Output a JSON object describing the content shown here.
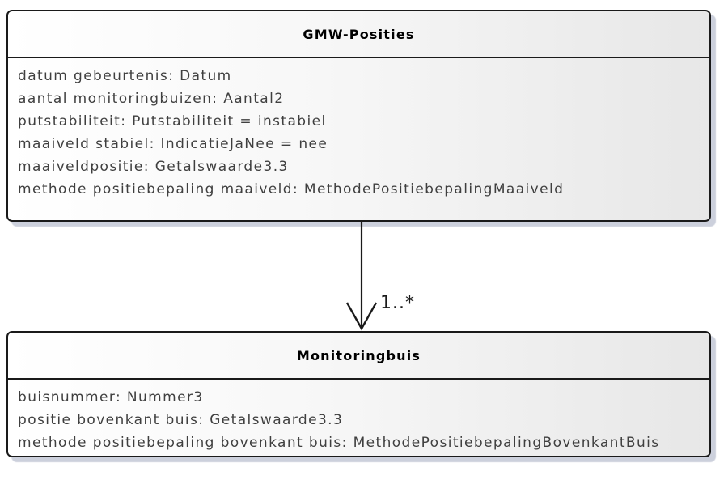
{
  "diagram": {
    "classes": [
      {
        "name": "GMW-Posities",
        "attributes": [
          "datum gebeurtenis: Datum",
          "aantal monitoringbuizen: Aantal2",
          "putstabiliteit: Putstabiliteit = instabiel",
          "maaiveld stabiel: IndicatieJaNee = nee",
          "maaiveldpositie: Getalswaarde3.3",
          "methode positiebepaling maaiveld: MethodePositiebepalingMaaiveld"
        ]
      },
      {
        "name": "Monitoringbuis",
        "attributes": [
          "buisnummer: Nummer3",
          "positie bovenkant buis: Getalswaarde3.3",
          "methode positiebepaling bovenkant buis: MethodePositiebepalingBovenkantBuis"
        ]
      }
    ],
    "association": {
      "multiplicity": "1..*"
    }
  },
  "colors": {
    "background": "#ffffff",
    "box_border": "#1a1a1a",
    "box_fill_left": "#ffffff",
    "box_fill_right": "#e7e7e7",
    "box_shadow": "#ccd0dc",
    "title_text": "#000000",
    "attribute_text": "#3f3f3f",
    "association_line": "#1a1a1a"
  }
}
